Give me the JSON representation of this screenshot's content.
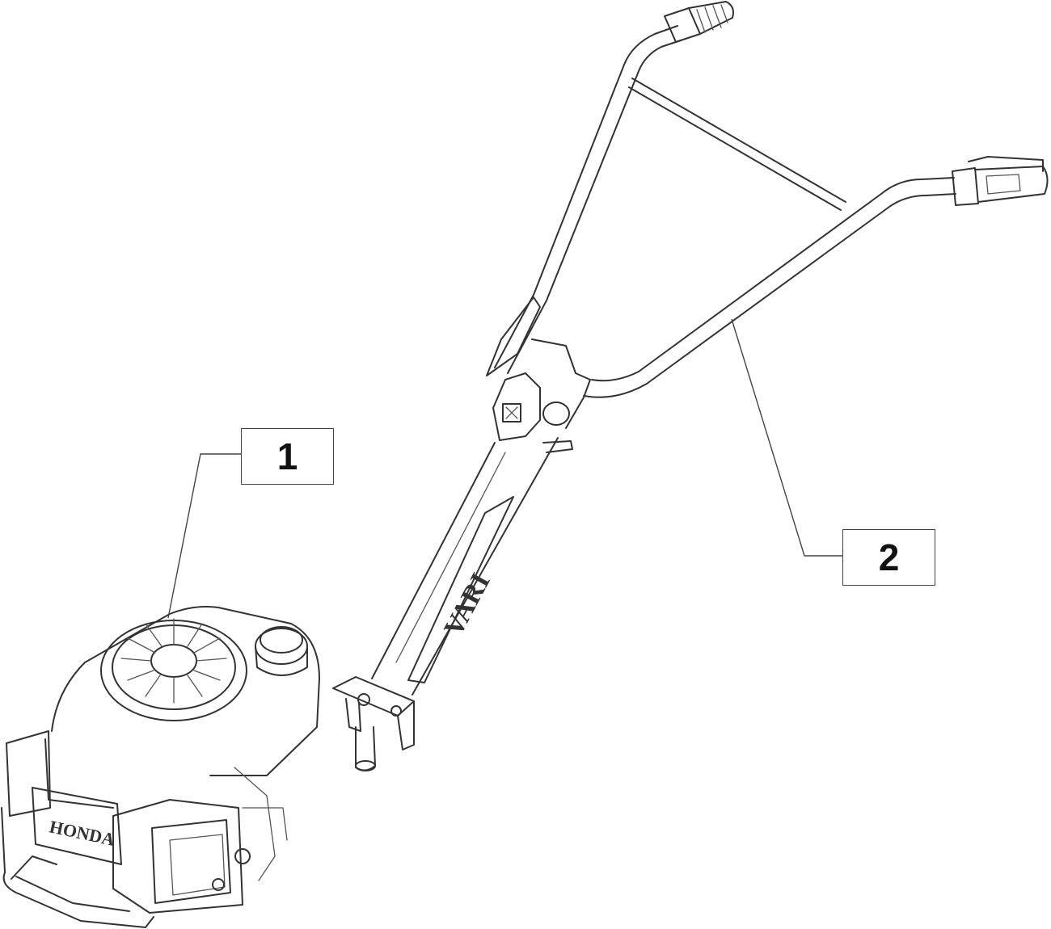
{
  "callouts": [
    {
      "number": "1",
      "part": "engine"
    },
    {
      "number": "2",
      "part": "handlebar"
    }
  ],
  "markings": {
    "engine_brand": "HONDA",
    "shaft_logo": "VARI"
  },
  "colors": {
    "line": "#333333",
    "background": "#ffffff"
  }
}
